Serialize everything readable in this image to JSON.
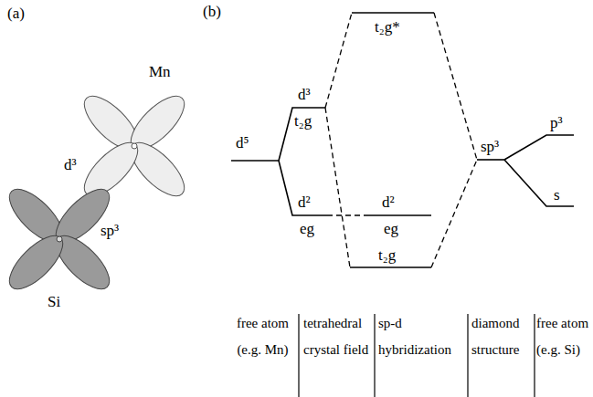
{
  "diagram": {
    "labels": [
      "(a)",
      "(b)",
      "Mn",
      "d³",
      "sp³",
      "Si",
      "d⁵",
      "d³",
      "t₂g",
      "d²",
      "eg",
      "t₂g*",
      "d²",
      "eg",
      "t₂g",
      "sp³",
      "p³",
      "s",
      "free atom (e.g. Mn)",
      "tetrahedral crystal field",
      "sp-d hybridization",
      "diamond structure",
      "free atom (e.g. Si)"
    ]
  }
}
